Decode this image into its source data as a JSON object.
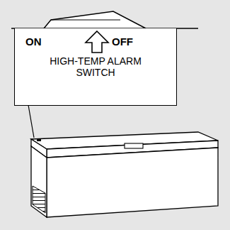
{
  "diagram": {
    "nodes": [
      {
        "text": [
          "HIGH-TEMP ALARM SWITCH"
        ]
      }
    ],
    "labels": [
      "ON",
      "OFF"
    ]
  }
}
